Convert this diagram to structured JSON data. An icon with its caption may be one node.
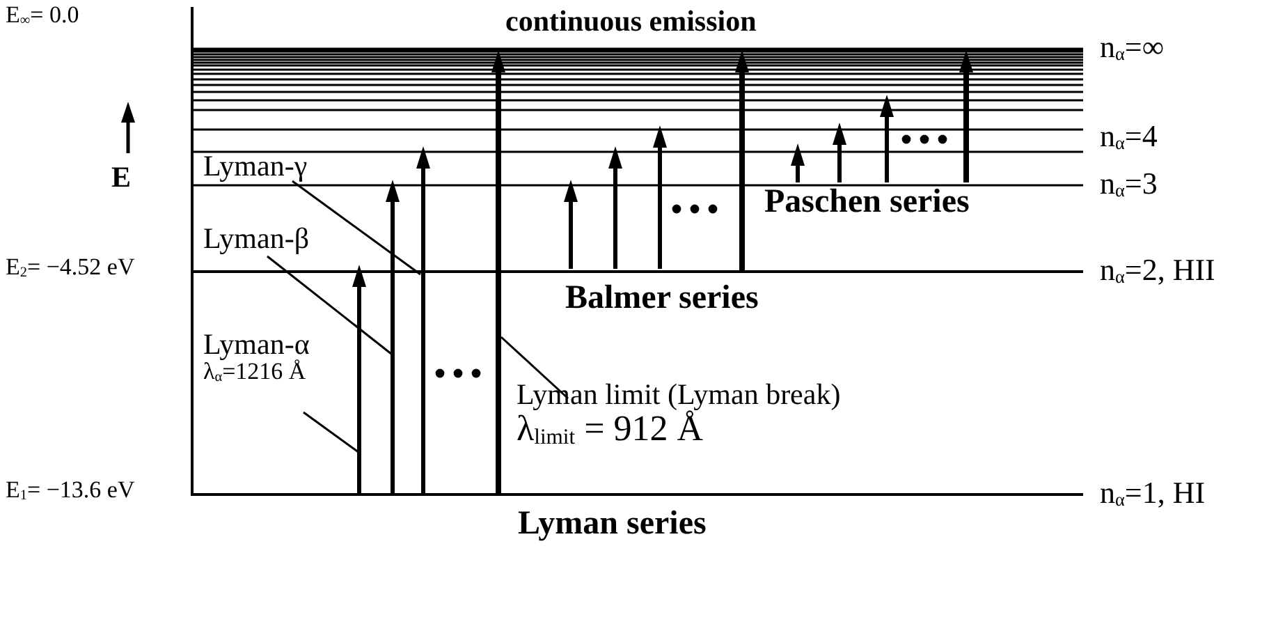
{
  "diagram": {
    "nodes": [
      {
        "text": [
          "Lyman-γ"
        ]
      },
      {
        "text": [
          "Lyman-β"
        ]
      },
      {
        "text": [
          "Lyman-α",
          "λ$_{α}$=1216 Å"
        ]
      },
      {
        "text": [
          "Lyman limit (Lyman break)",
          "λ$_{limit}$ = 912 Å"
        ]
      }
    ],
    "edges": [
      {
        "from": 0,
        "to": null,
        "arrow": "none"
      },
      {
        "from": 1,
        "to": null,
        "arrow": "none"
      },
      {
        "from": 2,
        "to": null,
        "arrow": "none"
      },
      {
        "from": 3,
        "to": null,
        "arrow": "none"
      }
    ],
    "labels": [
      "continuous emission",
      "E$_{∞}$= 0.0",
      "n$_{α}$=∞",
      "n$_{α}$=4",
      "E",
      "n$_{α}$=3",
      "Paschen series",
      "E$_{2}$= −4.52 eV",
      "n$_{α}$=2, HII",
      "Balmer series",
      "Lyman series",
      "E$_{1}$= −13.6 eV",
      "n$_{α}$=1, HI"
    ]
  }
}
